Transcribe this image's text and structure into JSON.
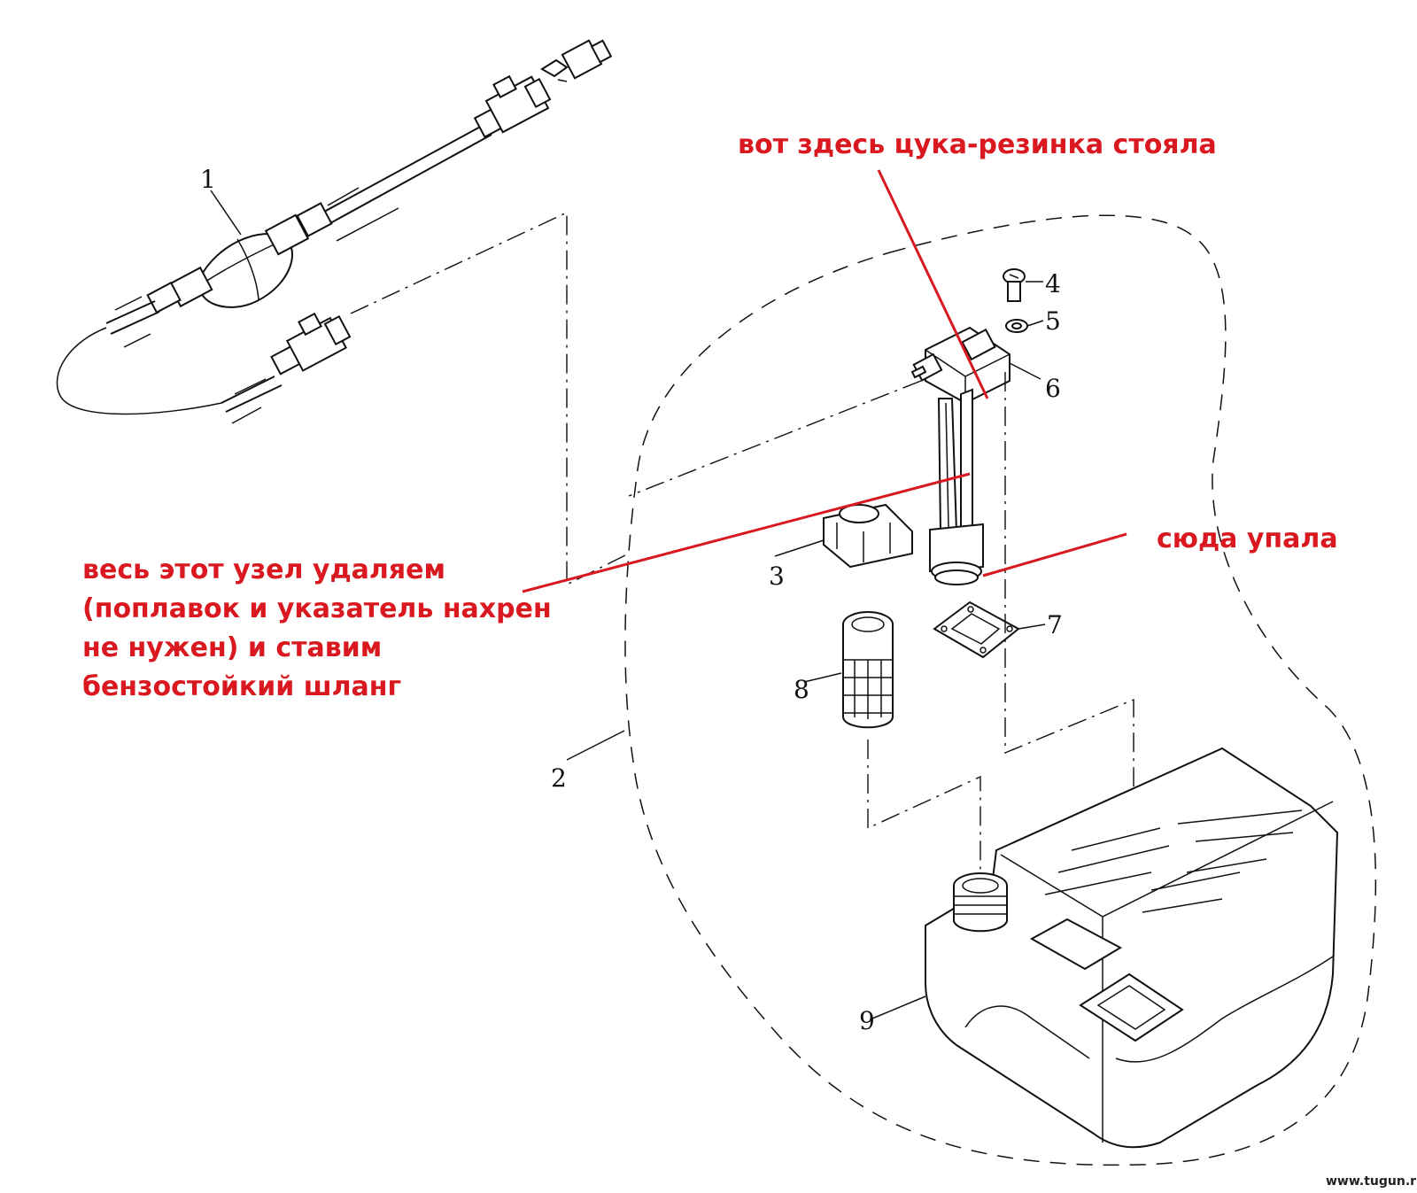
{
  "diagram": {
    "part_labels": [
      "1",
      "2",
      "3",
      "4",
      "5",
      "6",
      "7",
      "8",
      "9"
    ],
    "annotations": {
      "top_note": "вот здесь цука-резинка стояла",
      "right_note": "сюда упала",
      "left_note_lines": [
        "весь этот узел удаляем",
        "(поплавок и указатель нахрен",
        "не нужен) и ставим",
        "бензостойкий шланг"
      ]
    },
    "watermark": "www.tugun.ru",
    "colors": {
      "annotation": "#d9181f",
      "linework": "#111111"
    }
  }
}
